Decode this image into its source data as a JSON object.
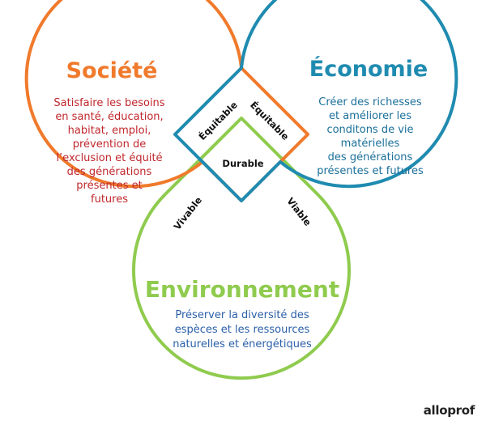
{
  "colors": {
    "societe": "#F07A2C",
    "economie": "#1F8BB0",
    "environnement": "#8FCB4E",
    "societe_text": "#C0272D",
    "economie_text": "#1A6F99",
    "environnement_text": "#2A5FA8"
  },
  "societe": {
    "title": "Société",
    "description": [
      "Satisfaire les besoins",
      "en santé, éducation,",
      "habitat, emploi,",
      "prévention de",
      "l’exclusion et équité",
      "des générations",
      "présentes et",
      "futures"
    ]
  },
  "economie": {
    "title": "Économie",
    "description": [
      "Créer des richesses",
      "et améliorer les",
      "conditons de vie",
      "matérielles",
      "des générations",
      "présentes et futures"
    ]
  },
  "environnement": {
    "title": "Environnement",
    "description": [
      "Préserver la diversité des",
      "espèces et les ressources",
      "naturelles et énergétiques"
    ]
  },
  "overlaps": {
    "equitable_left": "Équitable",
    "equitable_right": "Équitable",
    "durable": "Durable",
    "vivable": "Vivable",
    "viable": "Viable"
  },
  "brand": "alloprof"
}
